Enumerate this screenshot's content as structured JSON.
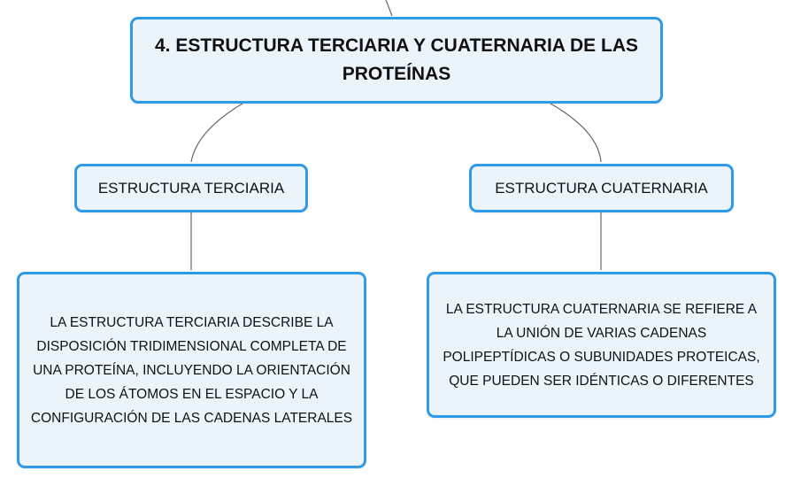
{
  "root": {
    "title": "4. ESTRUCTURA TERCIARIA Y CUATERNARIA DE LAS PROTEÍNAS"
  },
  "branches": [
    {
      "label": "ESTRUCTURA TERCIARIA",
      "description": "LA ESTRUCTURA TERCIARIA DESCRIBE LA DISPOSICIÓN TRIDIMENSIONAL COMPLETA DE UNA PROTEÍNA, INCLUYENDO LA ORIENTACIÓN DE LOS ÁTOMOS EN EL ESPACIO Y LA CONFIGURACIÓN DE LAS CADENAS LATERALES"
    },
    {
      "label": "ESTRUCTURA CUATERNARIA",
      "description": "LA ESTRUCTURA CUATERNARIA SE REFIERE A LA UNIÓN DE VARIAS CADENAS POLIPEPTÍDICAS O SUBUNIDADES PROTEICAS, QUE PUEDEN SER IDÉNTICAS O DIFERENTES"
    }
  ],
  "colors": {
    "node_border": "#2f9ae8",
    "node_fill": "#ecf4fb",
    "connector": "#666666"
  }
}
